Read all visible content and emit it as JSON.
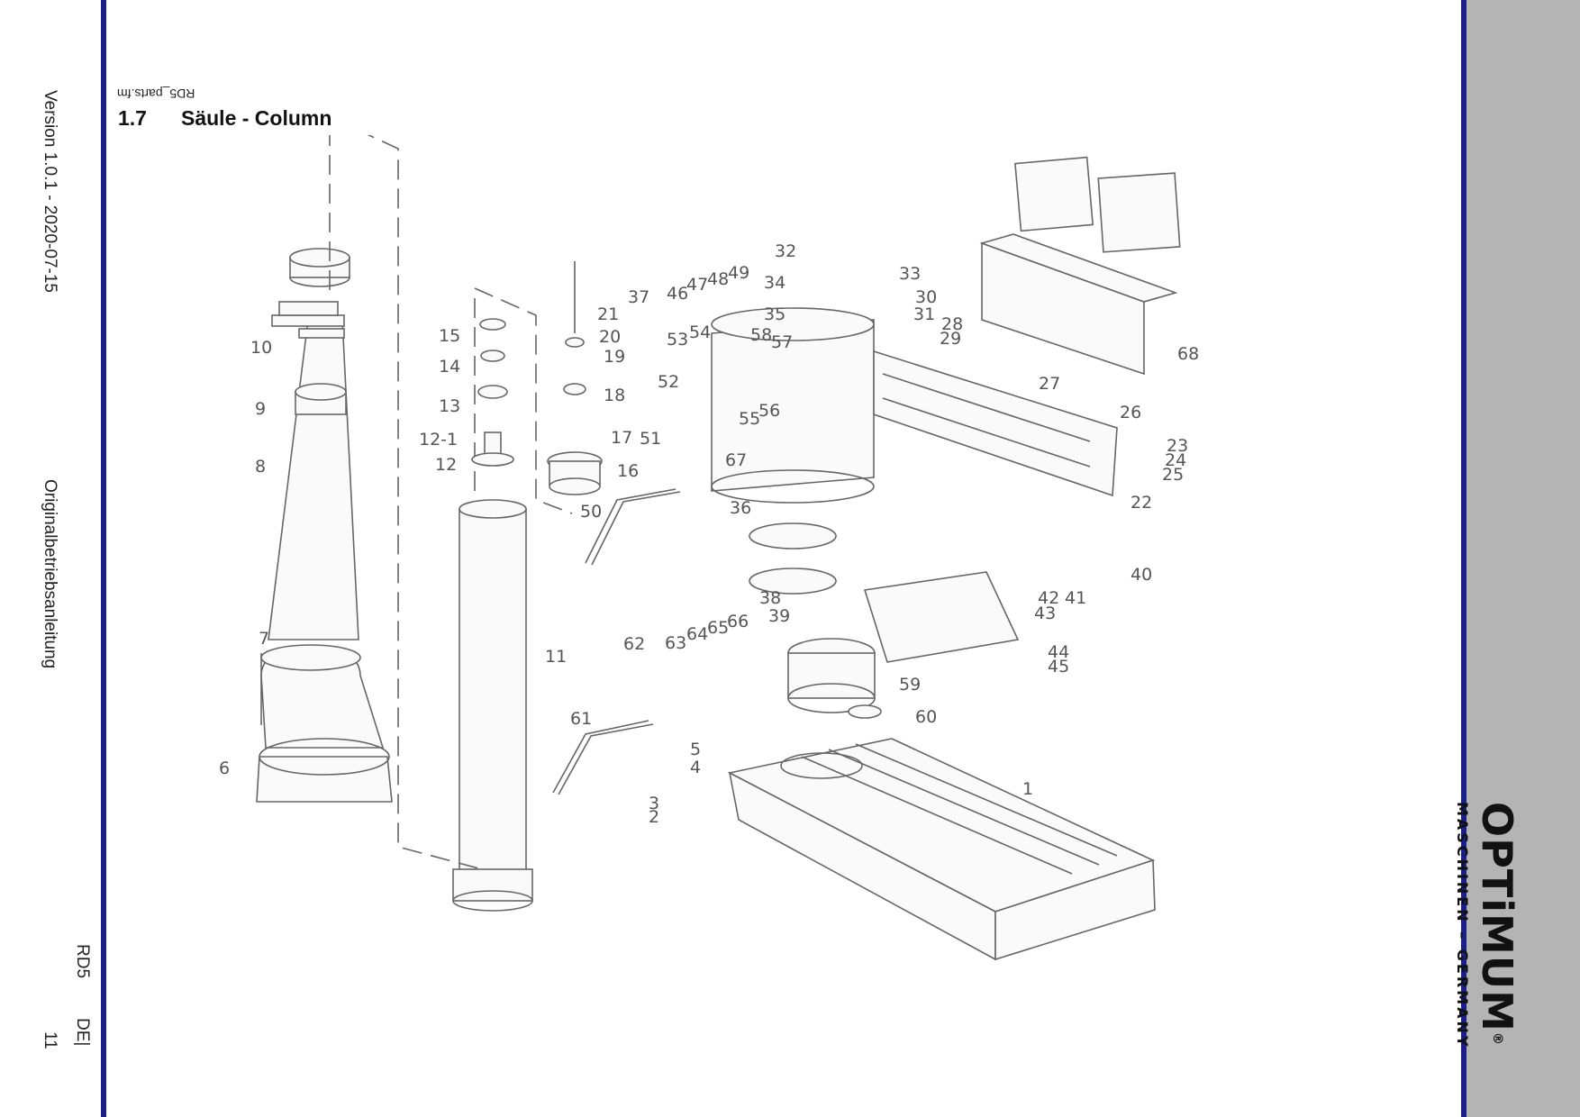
{
  "sidebar": {
    "version": "Version 1.0.1 - 2020-07-15",
    "manual": "Originalbetriebsanleitung",
    "model": "RD5",
    "lang": "DE|",
    "page": "11"
  },
  "header": {
    "filename": "RD5_parts.fm",
    "section_number": "1.7",
    "section_title": "Säule - Column"
  },
  "logo": {
    "brand": "OPTiMUM",
    "trademark": "®",
    "tagline": "MASCHINEN – GERMANY"
  },
  "colors": {
    "accent_blue": "#1a1f8a",
    "panel_gray": "#b4b4b4"
  },
  "diagram": {
    "part_labels": [
      "1",
      "2",
      "3",
      "4",
      "5",
      "6",
      "7",
      "8",
      "9",
      "10",
      "11",
      "12",
      "12-1",
      "13",
      "14",
      "15",
      "16",
      "17",
      "18",
      "19",
      "20",
      "21",
      "22",
      "23",
      "24",
      "25",
      "26",
      "27",
      "28",
      "29",
      "30",
      "31",
      "32",
      "33",
      "34",
      "35",
      "36",
      "37",
      "38",
      "39",
      "40",
      "41",
      "42",
      "43",
      "44",
      "45",
      "46",
      "47",
      "48",
      "49",
      "50",
      "51",
      "52",
      "53",
      "54",
      "55",
      "56",
      "57",
      "58",
      "59",
      "60",
      "61",
      "62",
      "63",
      "64",
      "65",
      "66",
      "67",
      "68"
    ]
  }
}
